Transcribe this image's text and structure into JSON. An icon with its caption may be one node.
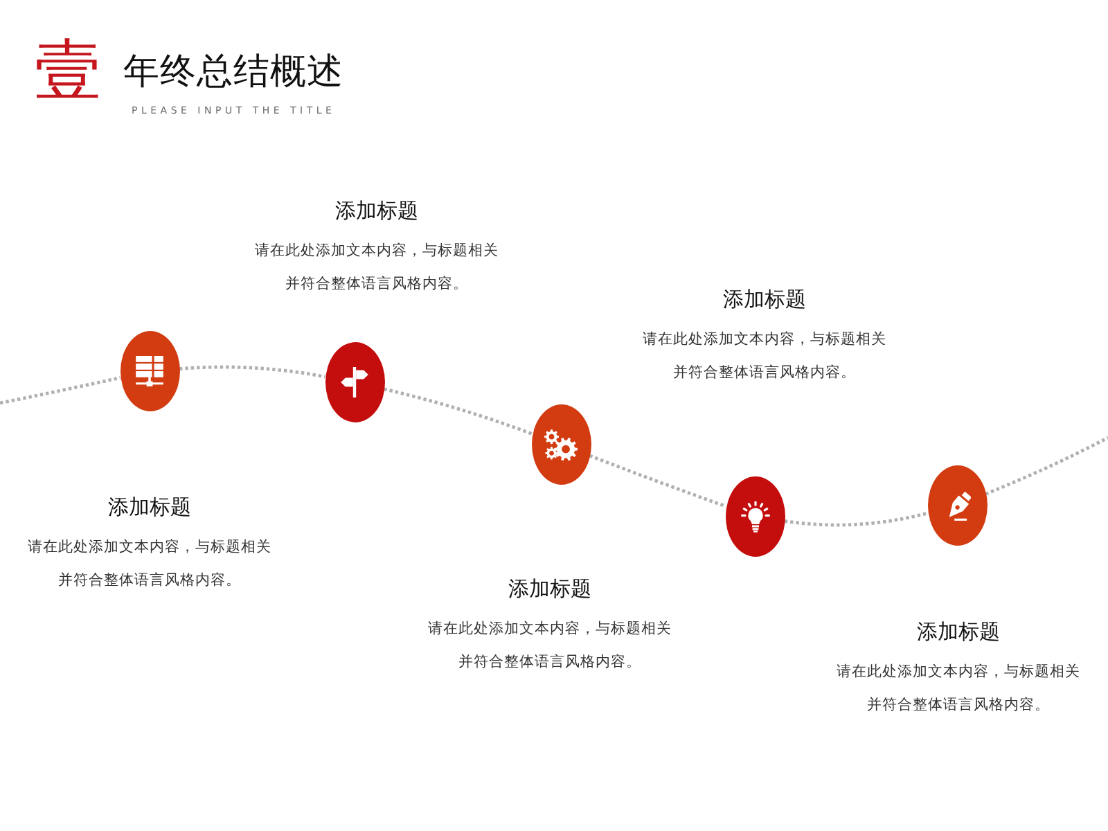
{
  "diagram": {
    "title": "年终总结概述",
    "nodes": [
      {
        "text": [],
        "shape": "circle",
        "beside": [
          "添加标题",
          "请在此处添加文本内容，与标题相关并符合整体语言风格内容。"
        ]
      },
      {
        "text": [],
        "shape": "circle",
        "beside": [
          "添加标题",
          "请在此处添加文本内容，与标题相关并符合整体语言风格内容。"
        ]
      },
      {
        "text": [],
        "shape": "circle",
        "beside": [
          "添加标题",
          "请在此处添加文本内容，与标题相关并符合整体语言风格内容。"
        ]
      },
      {
        "text": [],
        "shape": "circle",
        "beside": [
          "添加标题",
          "请在此处添加文本内容，与标题相关并符合整体语言风格内容。"
        ]
      },
      {
        "text": [],
        "shape": "circle",
        "beside": [
          "添加标题",
          "请在此处添加文本内容，与标题相关并符合整体语言风格内容。"
        ]
      }
    ],
    "edges": [
      {
        "from": null,
        "to": 0,
        "arrow": "none",
        "style": "dashed"
      },
      {
        "from": 0,
        "to": 1,
        "arrow": "none",
        "style": "dashed"
      },
      {
        "from": 1,
        "to": 2,
        "arrow": "none",
        "style": "dashed"
      },
      {
        "from": 2,
        "to": 3,
        "arrow": "none",
        "style": "dashed"
      },
      {
        "from": 3,
        "to": 4,
        "arrow": "none",
        "style": "dashed"
      },
      {
        "from": 4,
        "to": null,
        "arrow": "none",
        "style": "dashed"
      }
    ],
    "labels": [
      "壹",
      "PLEASE INPUT THE TITLE"
    ]
  }
}
